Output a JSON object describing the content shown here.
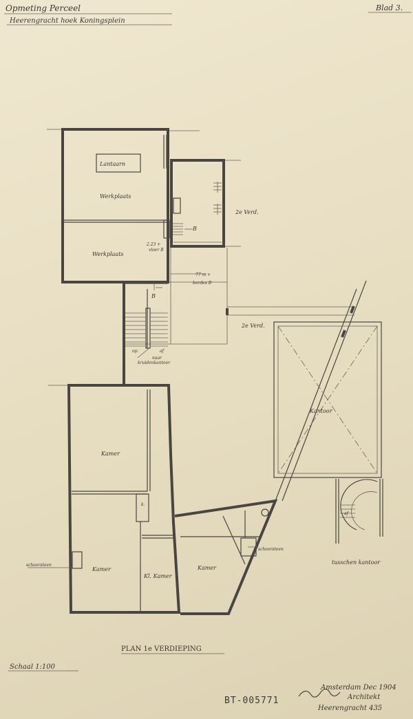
{
  "header": {
    "line1": "Opmeting Perceel",
    "line2": "Heerengracht hoek Koningsplein",
    "sheet_number": "Blad 3."
  },
  "rooms": {
    "lantaarn": "Lantaarn",
    "werkplaats_top": "Werkplaats",
    "werkplaats_bottom": "Werkplaats",
    "kamer_top": "Kamer",
    "kamer_bottom": "Kamer",
    "kl_kamer": "Kl. Kamer",
    "kamer_right": "Kamer",
    "kantoor": "Kantoor",
    "tusschen_kantoor": "tusschen kantoor"
  },
  "notes": {
    "verd_2_top": "2e Verd.",
    "verd_2_mid": "2e Verd.",
    "b_top": "B",
    "level_223": "2.23 +",
    "vloer_b": "vloer B",
    "level_77": "77 m +",
    "bordes_b": "bordes B",
    "b_stair": "B",
    "op": "op.",
    "af": "af",
    "naar": "naar",
    "kruidenkantoor": "kruidenkantoor",
    "k": "k.",
    "schoorsteen_left": "schoorsteen",
    "schoorsteen_right": "schoorsteen",
    "af_small": "af"
  },
  "footer": {
    "plan_title": "PLAN 1e VERDIEPING",
    "scale": "Schaal 1:100",
    "archive_id": "BT-005771",
    "place_date": "Amsterdam Dec 1904",
    "architect": "Architekt",
    "address": "Heerengracht 435"
  },
  "colors": {
    "paper": "#e9e0c6",
    "ink": "#4a4540"
  }
}
